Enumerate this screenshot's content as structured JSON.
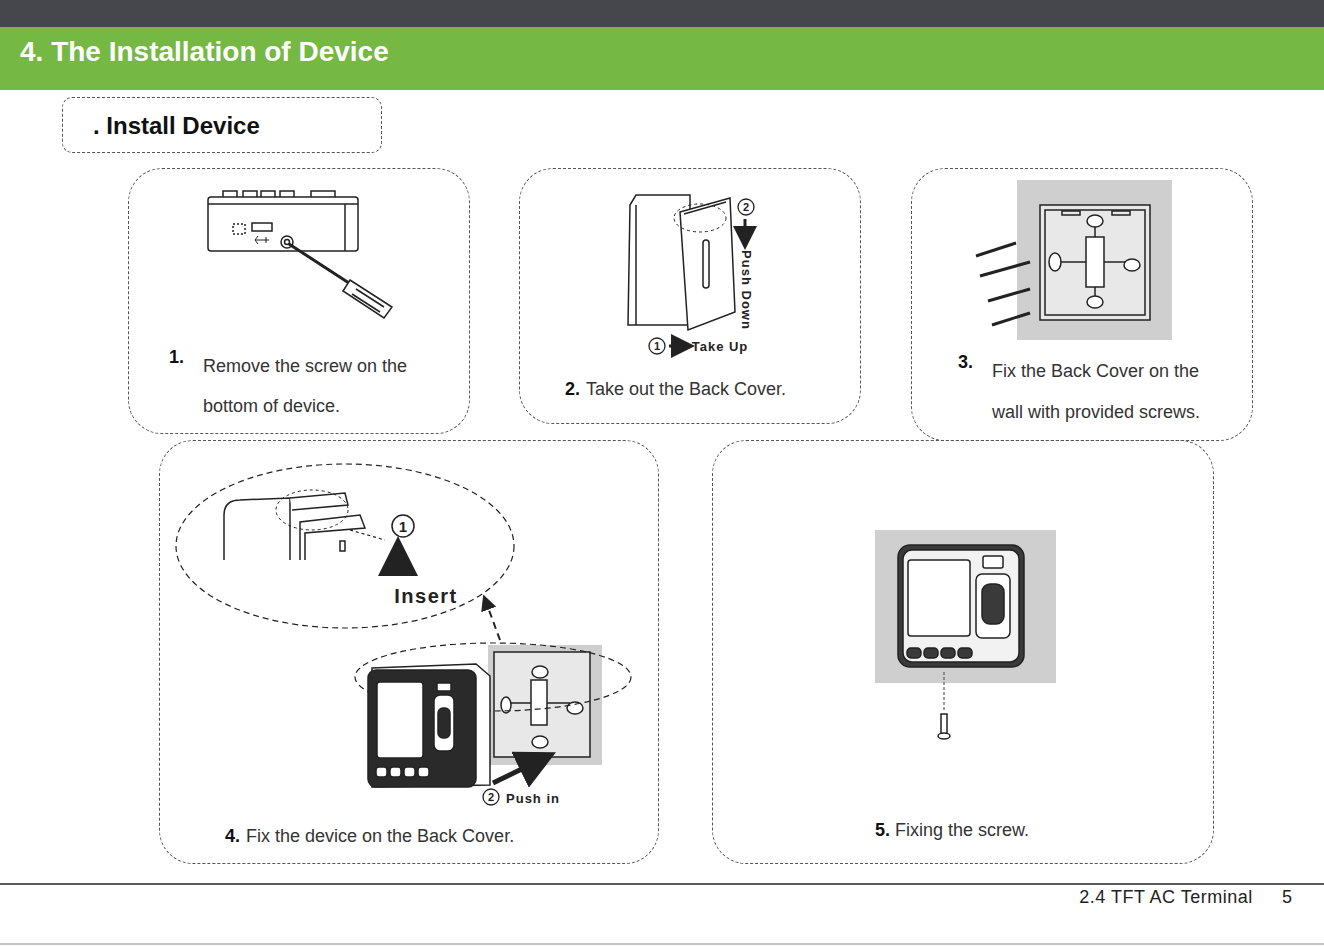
{
  "diagram": {
    "title": "4. The Installation of Device",
    "nodes": [
      {
        "text": [
          ". Install Device"
        ]
      },
      {
        "text": [
          "1.",
          "Remove the screw on the bottom of device."
        ]
      },
      {
        "text": [
          "2.",
          "Take out the Back Cover."
        ]
      },
      {
        "text": [
          "3.",
          "Fix the Back Cover on the wall with provided screws."
        ]
      },
      {
        "text": [
          "4.",
          "Fix the device on the Back Cover."
        ]
      },
      {
        "text": [
          "5.",
          "Fixing the screw."
        ]
      }
    ],
    "labels": [
      "2",
      "Push Down",
      "1",
      "Take Up",
      "1",
      "Insert",
      "2",
      "Push in",
      "2.4 TFT AC Terminal",
      "5"
    ]
  }
}
